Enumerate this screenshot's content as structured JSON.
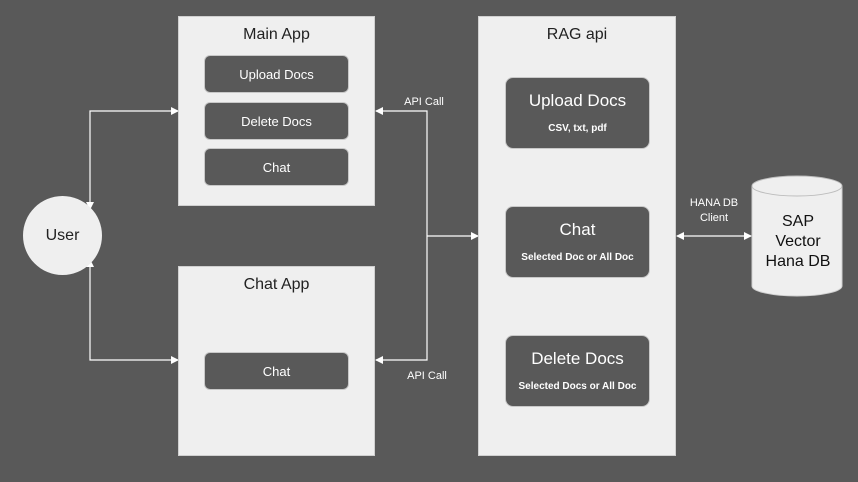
{
  "user": {
    "label": "User"
  },
  "main_app": {
    "title": "Main App",
    "buttons": [
      "Upload Docs",
      "Delete Docs",
      "Chat"
    ]
  },
  "chat_app": {
    "title": "Chat App",
    "buttons": [
      "Chat"
    ]
  },
  "rag_api": {
    "title": "RAG api",
    "cards": [
      {
        "title": "Upload Docs",
        "subtitle": "CSV, txt, pdf"
      },
      {
        "title": "Chat",
        "subtitle": "Selected Doc or All Doc"
      },
      {
        "title": "Delete Docs",
        "subtitle": "Selected Docs or All Doc"
      }
    ]
  },
  "connectors": {
    "api_call_top": "API Call",
    "api_call_bottom": "API Call",
    "hana_client_line1": "HANA DB",
    "hana_client_line2": "Client"
  },
  "database": {
    "line1": "SAP",
    "line2": "Vector",
    "line3": "Hana DB"
  }
}
